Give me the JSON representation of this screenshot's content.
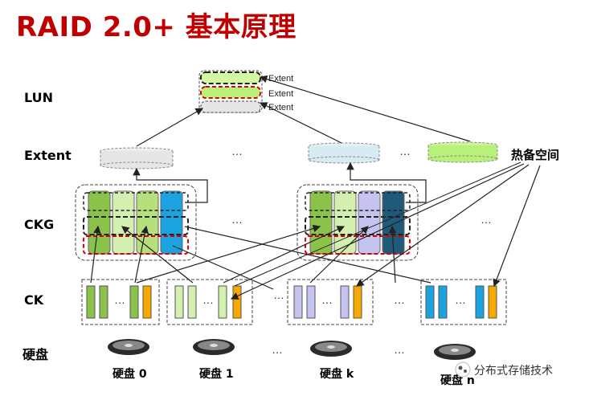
{
  "title": "RAID 2.0+ 基本原理",
  "row_labels": {
    "lun": "LUN",
    "extent": "Extent",
    "ckg": "CKG",
    "ck": "CK",
    "disk": "硬盘"
  },
  "lun_extent_labels": [
    "Extent",
    "Extent",
    "Extent"
  ],
  "ellipsis": "…",
  "hot_spare_label": "热备空间",
  "disk_labels": [
    "硬盘 0",
    "硬盘 1",
    "硬盘 k",
    "硬盘 n"
  ],
  "watermark": "分布式存储技术",
  "colors": {
    "title_red": "#c00000",
    "green": "#8bc34a",
    "light_green": "#d4f0b0",
    "pale_green": "#e6f7d0",
    "blue": "#1aa3e0",
    "lavender": "#c5c3f0",
    "navy": "#1f5a7a",
    "orange": "#f5a800",
    "extent_gray": "#e6e6e6",
    "extent_blue": "#d6ebf2",
    "extent_green": "#b8f07a"
  }
}
